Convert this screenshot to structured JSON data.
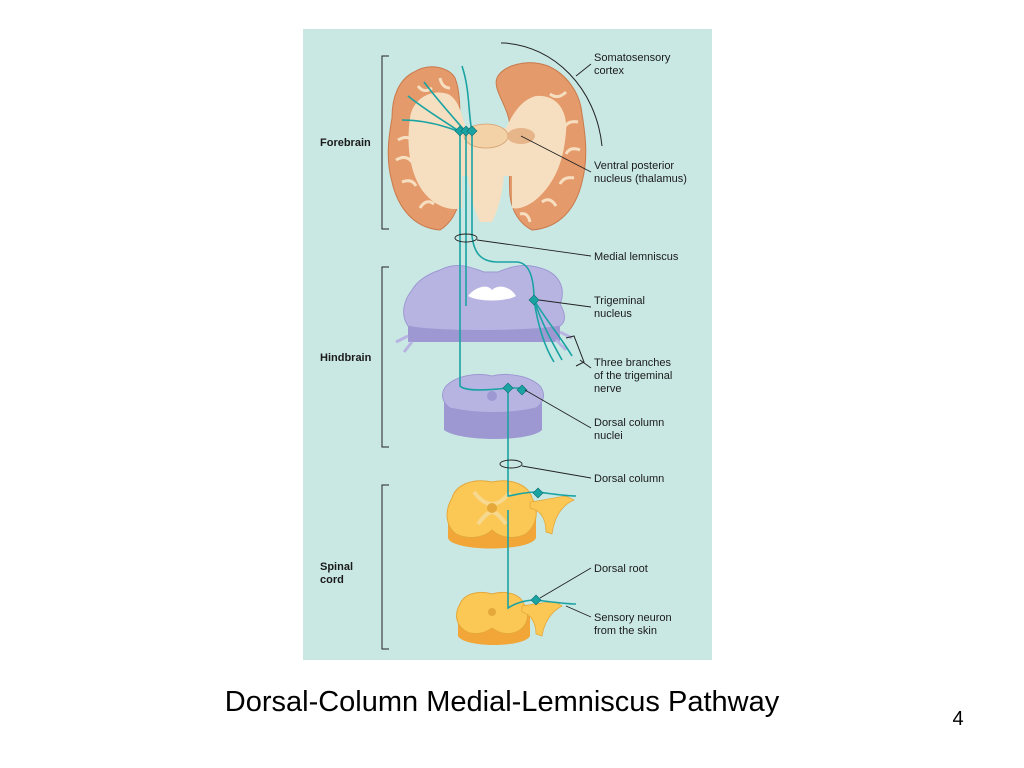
{
  "slide": {
    "title": "Dorsal-Column Medial-Lemniscus Pathway",
    "page_number": "4"
  },
  "colors": {
    "panel_background": "#c9e8e4",
    "cortex": "#e49a6a",
    "white_matter": "#f6dfc0",
    "brainstem": "#b8b4e2",
    "spinal_cord": "#fbc856",
    "axon": "#1aa3a3"
  },
  "regions": [
    {
      "id": "forebrain",
      "label": "Forebrain"
    },
    {
      "id": "hindbrain",
      "label": "Hindbrain"
    },
    {
      "id": "spinal",
      "lines": [
        "Spinal",
        "cord"
      ]
    }
  ],
  "labels": {
    "somatosensory_cortex": [
      "Somatosensory",
      "cortex"
    ],
    "ventral_posterior_nucleus": [
      "Ventral posterior",
      "nucleus (thalamus)"
    ],
    "medial_lemniscus": [
      "Medial lemniscus"
    ],
    "trigeminal_nucleus": [
      "Trigeminal",
      "nucleus"
    ],
    "three_branches": [
      "Three branches",
      "of the trigeminal",
      "nerve"
    ],
    "dorsal_column_nuclei": [
      "Dorsal column",
      "nuclei"
    ],
    "dorsal_column": [
      "Dorsal column"
    ],
    "dorsal_root": [
      "Dorsal root"
    ],
    "sensory_neuron": [
      "Sensory neuron",
      "from the skin"
    ]
  }
}
